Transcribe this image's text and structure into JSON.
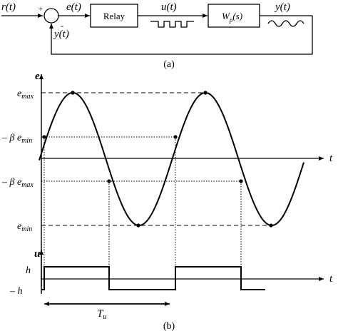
{
  "block_diagram": {
    "signals": {
      "reference": "r(t)",
      "error": "e(t)",
      "control": "u(t)",
      "output": "y(t)",
      "feedback": "y(t)"
    },
    "summing_signs": {
      "plus": "+",
      "minus": "-"
    },
    "blocks": {
      "relay": "Relay",
      "plant": "W",
      "plant_sub": "p",
      "plant_arg": "(s)"
    },
    "caption": "(a)"
  },
  "timing_diagram": {
    "e_axis": {
      "label": "e",
      "t_label": "t"
    },
    "levels": {
      "e_max": {
        "base": "e",
        "sub": "max"
      },
      "neg_beta_e_min": {
        "prefix": "– β ",
        "base": "e",
        "sub": "min"
      },
      "neg_beta_e_max": {
        "prefix": "– β ",
        "base": "e",
        "sub": "max"
      },
      "e_min": {
        "base": "e",
        "sub": "min"
      }
    },
    "u_axis": {
      "label": "u",
      "t_label": "t"
    },
    "relay_levels": {
      "h": "h",
      "neg_h": "– h"
    },
    "period": {
      "base": "T",
      "sub": "u"
    },
    "caption": "(b)"
  }
}
